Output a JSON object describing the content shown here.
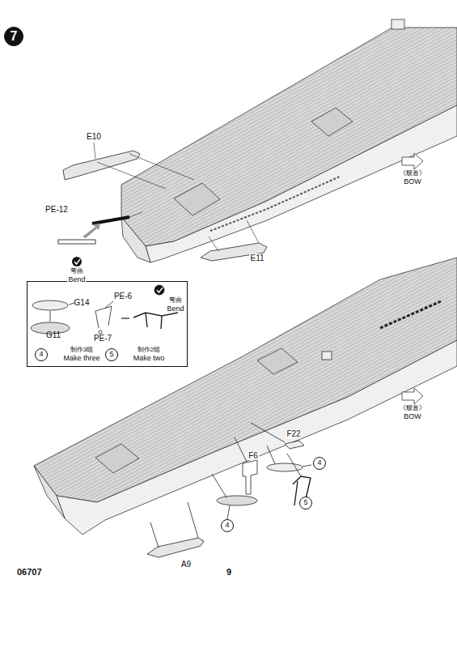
{
  "diagram": {
    "nodes": [
      {
        "text": [
          "7"
        ]
      },
      {
        "text": [
          "G14",
          "G11",
          "PE-6",
          "PE-7",
          "弯曲",
          "Bend",
          "制作3组",
          "Make three",
          "制作2组",
          "Make two"
        ]
      },
      {
        "text": [
          "4"
        ],
        "in": 1
      },
      {
        "text": [
          "5"
        ],
        "in": 1
      },
      {
        "text": [
          "4"
        ]
      },
      {
        "text": [
          "5"
        ]
      },
      {
        "text": [
          "4"
        ]
      }
    ],
    "labels": [
      "E10",
      "PE-12",
      "弯曲",
      "Bend",
      "E11",
      "《舰首》",
      "BOW",
      "《舰首》",
      "BOW",
      "F22",
      "F6",
      "A9",
      "06707",
      "9"
    ]
  }
}
